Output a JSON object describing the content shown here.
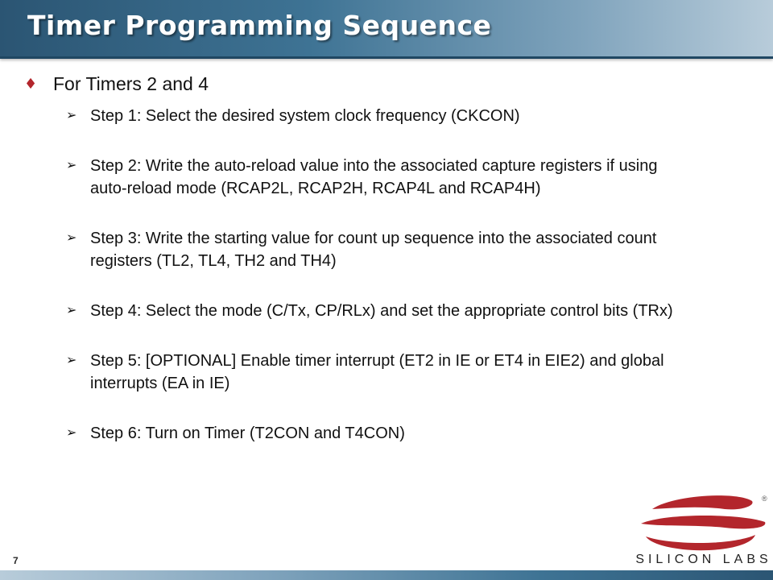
{
  "slide": {
    "title": "Timer Programming Sequence",
    "page_number": "7"
  },
  "bullet": {
    "text": "For Timers 2 and 4",
    "icon": "diamond-bullet-icon",
    "color": "#b3262c"
  },
  "steps": [
    "Step 1: Select the desired system clock frequency (CKCON)",
    "Step 2: Write the auto-reload value into the associated capture registers if using auto-reload mode (RCAP2L, RCAP2H, RCAP4L and RCAP4H)",
    "Step 3: Write the starting value for count up sequence into the associated count registers (TL2, TL4, TH2 and TH4)",
    "Step 4: Select the mode (C/Tx, CP/RLx) and set the appropriate control bits (TRx)",
    "Step 5: [OPTIONAL] Enable timer interrupt (ET2 in IE or ET4 in EIE2) and global interrupts (EA in IE)",
    "Step 6: Turn on Timer (T2CON and T4CON)"
  ],
  "logo": {
    "text": "SILICON LABS",
    "registered": "®",
    "color": "#b3262c"
  }
}
